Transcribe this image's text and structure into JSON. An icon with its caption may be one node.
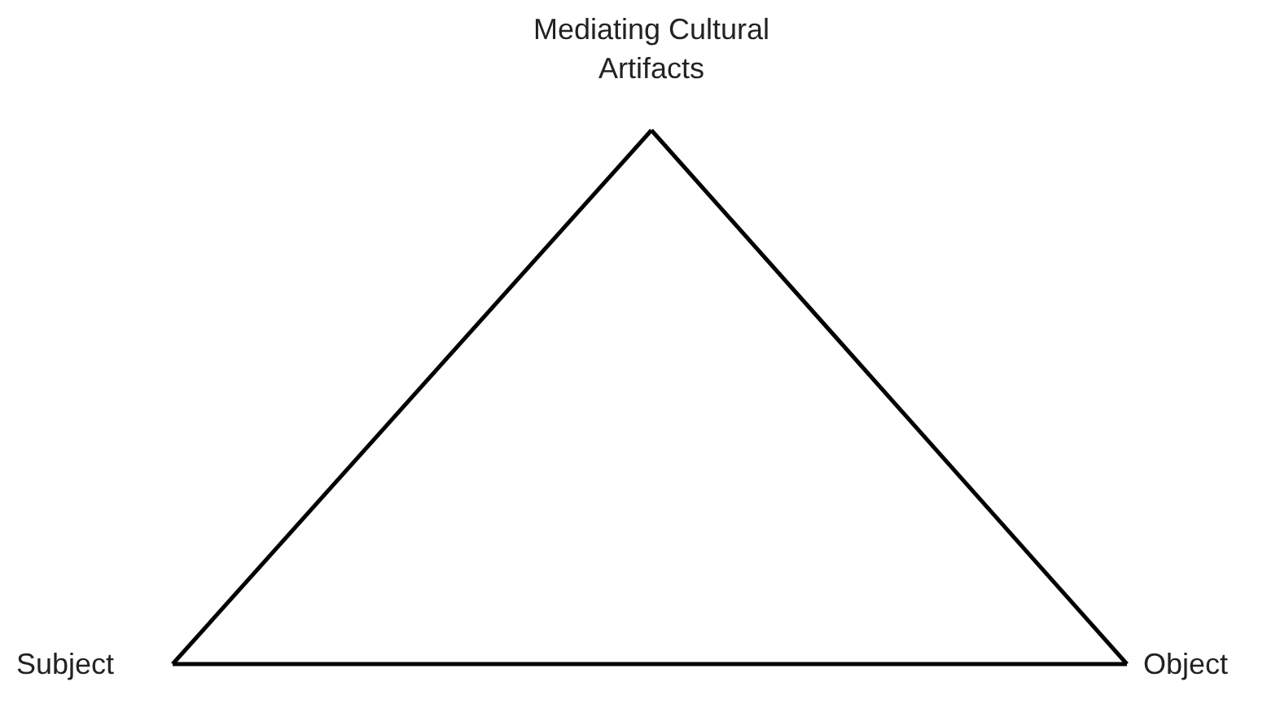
{
  "diagram": {
    "nodes": [
      {
        "text": [
          "Mediating Cultural Artifacts"
        ]
      },
      {
        "text": [
          "Subject"
        ]
      },
      {
        "text": [
          "Object"
        ]
      }
    ],
    "edges": [
      {
        "from": 0,
        "to": 1,
        "arrow": "none"
      },
      {
        "from": 1,
        "to": 2,
        "arrow": "none"
      },
      {
        "from": 2,
        "to": 0,
        "arrow": "none"
      }
    ]
  }
}
